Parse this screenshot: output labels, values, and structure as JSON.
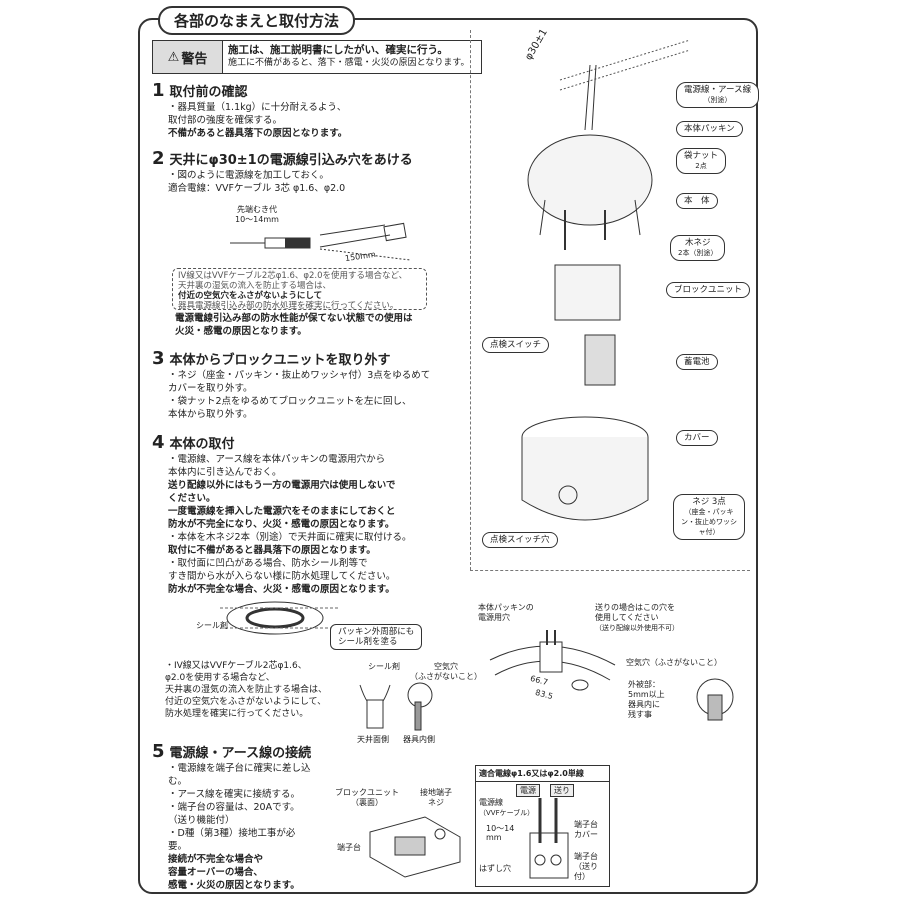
{
  "title": "各部のなまえと取付方法",
  "warning": {
    "label": "警告",
    "line1": "施工は、施工説明書にしたがい、確実に行う。",
    "line2": "施工に不備があると、落下・感電・火災の原因となります。"
  },
  "sections": [
    {
      "num": "1",
      "heading": "取付前の確認",
      "lines": [
        "・器具質量（1.1kg）に十分耐えるよう、",
        "取付部の強度を確保する。"
      ],
      "bold": [
        "不備があると器具落下の原因となります。"
      ]
    },
    {
      "num": "2",
      "heading": "天井にφ30±1の電源線引込み穴をあける",
      "lines": [
        "・図のように電源線を加工しておく。",
        "適合電線：VVFケーブル 3芯 φ1.6、φ2.0"
      ],
      "diagram_labels": {
        "strip": "先端むき代",
        "strip_len": "10～14mm",
        "length": "150mm"
      }
    },
    {
      "num": "3",
      "heading": "本体からブロックユニットを取り外す",
      "lines": [
        "・ネジ（座金・パッキン・抜止めワッシャ付）3点をゆるめて",
        "カバーを取り外す。",
        "・袋ナット2点をゆるめてブロックユニットを左に回し、",
        "本体から取り外す。"
      ]
    },
    {
      "num": "4",
      "heading": "本体の取付",
      "lines": [
        "・電源線、アース線を本体パッキンの電源用穴から",
        "本体内に引き込んでおく。"
      ],
      "bold1": [
        "送り配線以外にはもう一方の電源用穴は使用しないで",
        "ください。",
        "一度電源線を挿入した電源穴をそのままにしておくと",
        "防水が不完全になり、火災・感電の原因となります。"
      ],
      "lines2": [
        "・本体を木ネジ2本（別途）で天井面に確実に取付ける。"
      ],
      "bold2": [
        "取付に不備があると器具落下の原因となります。"
      ],
      "lines3": [
        "・取付面に凹凸がある場合、防水シール剤等で",
        "すき間から水が入らない様に防水処理してください。"
      ],
      "bold3": [
        "防水が不完全な場合、火災・感電の原因となります。"
      ]
    },
    {
      "num": "5",
      "heading": "電源線・アース線の接続",
      "lines": [
        "・電源線を端子台に確実に差し込む。",
        "・アース線を確実に接続する。",
        "・端子台の容量は、20Aです。",
        "（送り機能付）",
        "・D種（第3種）接地工事が必要。"
      ],
      "bold": [
        "接続が不完全な場合や",
        "容量オーバーの場合、",
        "感電・火災の原因となります。"
      ]
    }
  ],
  "note_iv": {
    "line1": "IV線又はVVFケーブル2芯φ1.6、φ2.0を使用する場合など、",
    "line2": "天井裏の湿気の流入を防止する場合は、",
    "line3": "付近の空気穴をふさがないようにして",
    "line4": "器具電源線引込み部の防水処理を確実に行ってください。"
  },
  "note_iv_warning": [
    "電源電線引込み部の防水性能が保てない状態での使用は",
    "火災・感電の原因となります。"
  ],
  "note_iv2": [
    "・IV線又はVVFケーブル2芯φ1.6、",
    "φ2.0を使用する場合など、",
    "天井裏の湿気の流入を防止する場合は、",
    "付近の空気穴をふさがないようにして、",
    "防水処理を確実に行ってください。"
  ],
  "labels": {
    "ceiling_hole": "φ30±1",
    "power_wire": "電源線・アース線",
    "power_wire_sub": "（別途）",
    "body_packing": "本体パッキン",
    "cap_nut": "袋ナット",
    "cap_nut_sub": "2点",
    "body": "本　体",
    "wood_screw": "木ネジ",
    "wood_screw_sub": "2本（別途）",
    "block_unit": "ブロックユニット",
    "check_switch": "点検スイッチ",
    "battery": "蓄電池",
    "cover": "カバー",
    "screw3": "ネジ 3点",
    "screw3_sub": "（座金・パッキン・抜止めワッシャ付）",
    "check_switch_hole": "点検スイッチ穴",
    "sealant": "シール剤",
    "packing_outer": "パッキン外周部にも",
    "packing_outer2": "シール剤を塗る",
    "body_packing_hole": "本体パッキンの",
    "body_packing_hole2": "電源用穴",
    "feed_hole": "送りの場合はこの穴を",
    "feed_hole2": "使用してください",
    "feed_hole3": "（送り配線以外使用不可）",
    "air_hole": "空気穴（ふさがないこと）",
    "dim1": "66.7",
    "dim2": "83.5",
    "outer": "外被部：",
    "outer2": "5mm以上",
    "outer3": "器具内に",
    "outer4": "残す事",
    "sealant2": "シール剤",
    "air_hole2": "空気穴",
    "air_hole2_sub": "（ふさがないこと）",
    "ceiling_side": "天井面側",
    "fixture_side": "器具内側",
    "block_unit_back": "ブロックユニット",
    "block_unit_back_sub": "（裏面）",
    "earth_terminal": "接地端子",
    "earth_screw": "ネジ",
    "terminal_block": "端子台",
    "conn_title": "適合電線φ1.6又はφ2.0単線",
    "conn_power": "電源",
    "conn_feed": "送り",
    "conn_wire": "電源線",
    "conn_wire_sub": "（VVFケーブル）",
    "conn_strip": "10～14",
    "conn_mm": "mm",
    "conn_cover": "端子台",
    "conn_cover2": "カバー",
    "conn_release": "はずし穴",
    "conn_tb": "端子台",
    "conn_tb_sub": "（送り付）"
  }
}
